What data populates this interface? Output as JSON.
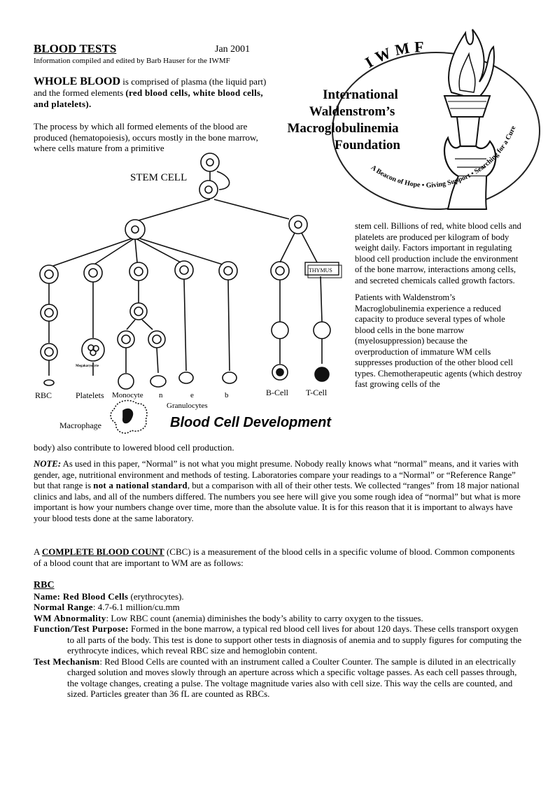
{
  "header": {
    "title": "BLOOD TESTS",
    "date": "Jan 2001",
    "credit": "Information compiled and edited by Barb Hauser for the IWMF"
  },
  "logo": {
    "acronym": "IWMF",
    "name_line1": "International",
    "name_line2": "Waldenstrom’s",
    "name_line3": "Macroglobulinemia",
    "name_line4": "Foundation",
    "motto": "A Beacon of Hope • Giving Support • Searching for a Cure"
  },
  "intro": {
    "lead": "WHOLE BLOOD",
    "text1": " is comprised of plasma (the liquid part) and the formed elements ",
    "bold": "(red blood cells, white blood cells, and platelets).",
    "process": "The process by which all formed elements of the blood are produced (hematopoiesis), occurs mostly in the bone marrow, where cells mature from a primitive"
  },
  "diagram": {
    "stem_cell": "STEM CELL",
    "thymus": "THYMUS",
    "megakaryocyte": "Megakaryocyte",
    "rbc": "RBC",
    "platelets": "Platelets",
    "monocyte": "Monocyte",
    "n": "n",
    "e": "e",
    "b": "b",
    "granulocytes": "Granulocytes",
    "b_cell": "B-Cell",
    "t_cell": "T-Cell",
    "macrophage": "Macrophage",
    "title": "Blood Cell Development"
  },
  "right_column": {
    "para1": "stem cell. Billions of red, white blood cells and platelets are produced per kilogram of body weight daily.  Factors important in regulating blood cell production include the environment of the bone marrow, interactions among cells, and secreted chemicals called growth factors.",
    "para2": "Patients with Waldenstrom’s Macroglobulinemia experience a reduced capacity to produce several types of  whole blood cells in the bone marrow (myelosuppression)  because the overproduction of  immature WM cells suppresses production of the other blood cell types. Chemotherapeutic agents (which destroy fast growing cells of the"
  },
  "body_line": "body) also contribute to lowered blood cell production.",
  "note": {
    "label": "NOTE:",
    "text1": "  As used in this paper, “Normal” is not what you might presume. Nobody really knows what “normal” means, and it varies with gender, age, nutritional environment and methods of testing. Laboratories compare your readings to a “Normal” or “Reference Range” but that range is ",
    "strong": "not a national standard",
    "text2": ", but a comparison with all of their other tests. We collected “ranges” from 18 major national clinics and labs, and all of the numbers differed. The numbers you see here will give you some rough idea of “normal” but what is more important is how your numbers change over time, more than the absolute value. It is for this reason that it is important to always have your blood tests done at the same laboratory."
  },
  "cbc": {
    "prefix": "A ",
    "term": "COMPLETE BLOOD COUNT",
    "text": " (CBC) is a measurement of the blood cells in a specific volume of blood. Common components of a blood count that are important to WM are as follows:"
  },
  "rbc": {
    "heading": "RBC",
    "name_label": "Name:",
    "name_bold": " Red Blood Cells",
    "name_rest": " (erythrocytes).",
    "range_label": "Normal Range",
    "range_value": ": 4.7-6.1 million/cu.mm",
    "abn_label": "WM Abnormality",
    "abn_value": ": Low RBC count (anemia) diminishes the body’s ability to carry oxygen to the tissues.",
    "func_label": "Function/Test Purpose:",
    "func_value": "  Formed in the bone marrow, a typical red blood cell lives for about 120 days. These cells transport oxygen to all parts of the body. This test is done to support other tests in diagnosis of anemia and to supply figures for computing the erythrocyte indices, which reveal RBC size and hemoglobin content.",
    "mech_label": "Test Mechanism",
    "mech_value": ":  Red Blood Cells are counted with an instrument called a Coulter Counter. The sample is diluted in an electrically charged solution and moves slowly through an aperture across which a specific voltage passes. As each cell passes through, the voltage changes, creating a pulse. The voltage magnitude varies also with cell size. This way the cells are counted, and sized.  Particles greater than 36 fL are counted as RBCs."
  }
}
